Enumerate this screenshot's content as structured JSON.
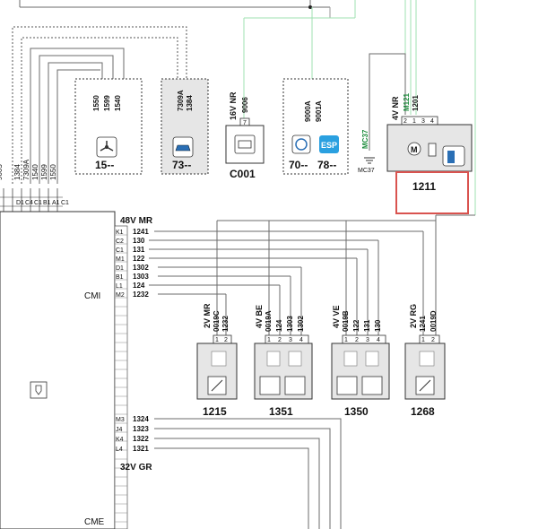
{
  "computer_labels": {
    "left_top": [
      "D1",
      "C4",
      "C1",
      "B1",
      "A1",
      "C1"
    ],
    "left_top_wires": [
      "1384",
      "7309A",
      "1540",
      "1599",
      "1550"
    ],
    "cmi": "CMI",
    "cme": "CME",
    "connector_48v": "48V MR",
    "connector_32v": "32V GR",
    "pins_mid": [
      "K1",
      "C2",
      "C1",
      "M1",
      "D1",
      "B1",
      "L1",
      "M2"
    ],
    "wires_mid": [
      "1241",
      "130",
      "131",
      "122",
      "1302",
      "1303",
      "124",
      "1232"
    ],
    "pins_low": [
      "M3",
      "J4",
      "K4",
      "L4"
    ],
    "wires_low": [
      "1324",
      "1323",
      "1322",
      "1321"
    ]
  },
  "components": {
    "c15": {
      "label": "15--",
      "wires": [
        "1550",
        "1599",
        "1540"
      ]
    },
    "c73": {
      "label": "73--",
      "wires": [
        "7309A",
        "1384"
      ]
    },
    "c001": {
      "label": "C001",
      "connector": "16V NR",
      "pin": "7",
      "wire": "9006"
    },
    "c70": {
      "label1": "70--",
      "label2": "78--",
      "wires": [
        "9000A",
        "9001A"
      ],
      "esp": "ESP"
    },
    "c1211": {
      "label": "1211",
      "connector": "4V NR",
      "wires": [
        "M121",
        "1201"
      ],
      "pins": [
        "2",
        "1",
        "3",
        "4"
      ],
      "mass": "MC37",
      "mass_label": "MC37",
      "motor": "M"
    },
    "c1215": {
      "label": "1215",
      "connector": "2V MR",
      "wires": [
        "0019C",
        "1232"
      ],
      "pins": [
        "1",
        "2"
      ]
    },
    "c1351": {
      "label": "1351",
      "connector": "4V BE",
      "wires": [
        "0019A",
        "124",
        "1303",
        "1302"
      ],
      "pins": [
        "1",
        "2",
        "3",
        "4"
      ]
    },
    "c1350": {
      "label": "1350",
      "connector": "4V VE",
      "wires": [
        "0019B",
        "122",
        "131",
        "130"
      ],
      "pins": [
        "1",
        "2",
        "3",
        "4"
      ]
    },
    "c1268": {
      "label": "1268",
      "connector": "2V RG",
      "wires": [
        "1241",
        "0019D"
      ],
      "pins": [
        "1",
        "2"
      ]
    }
  },
  "top_cut_text": "9005"
}
